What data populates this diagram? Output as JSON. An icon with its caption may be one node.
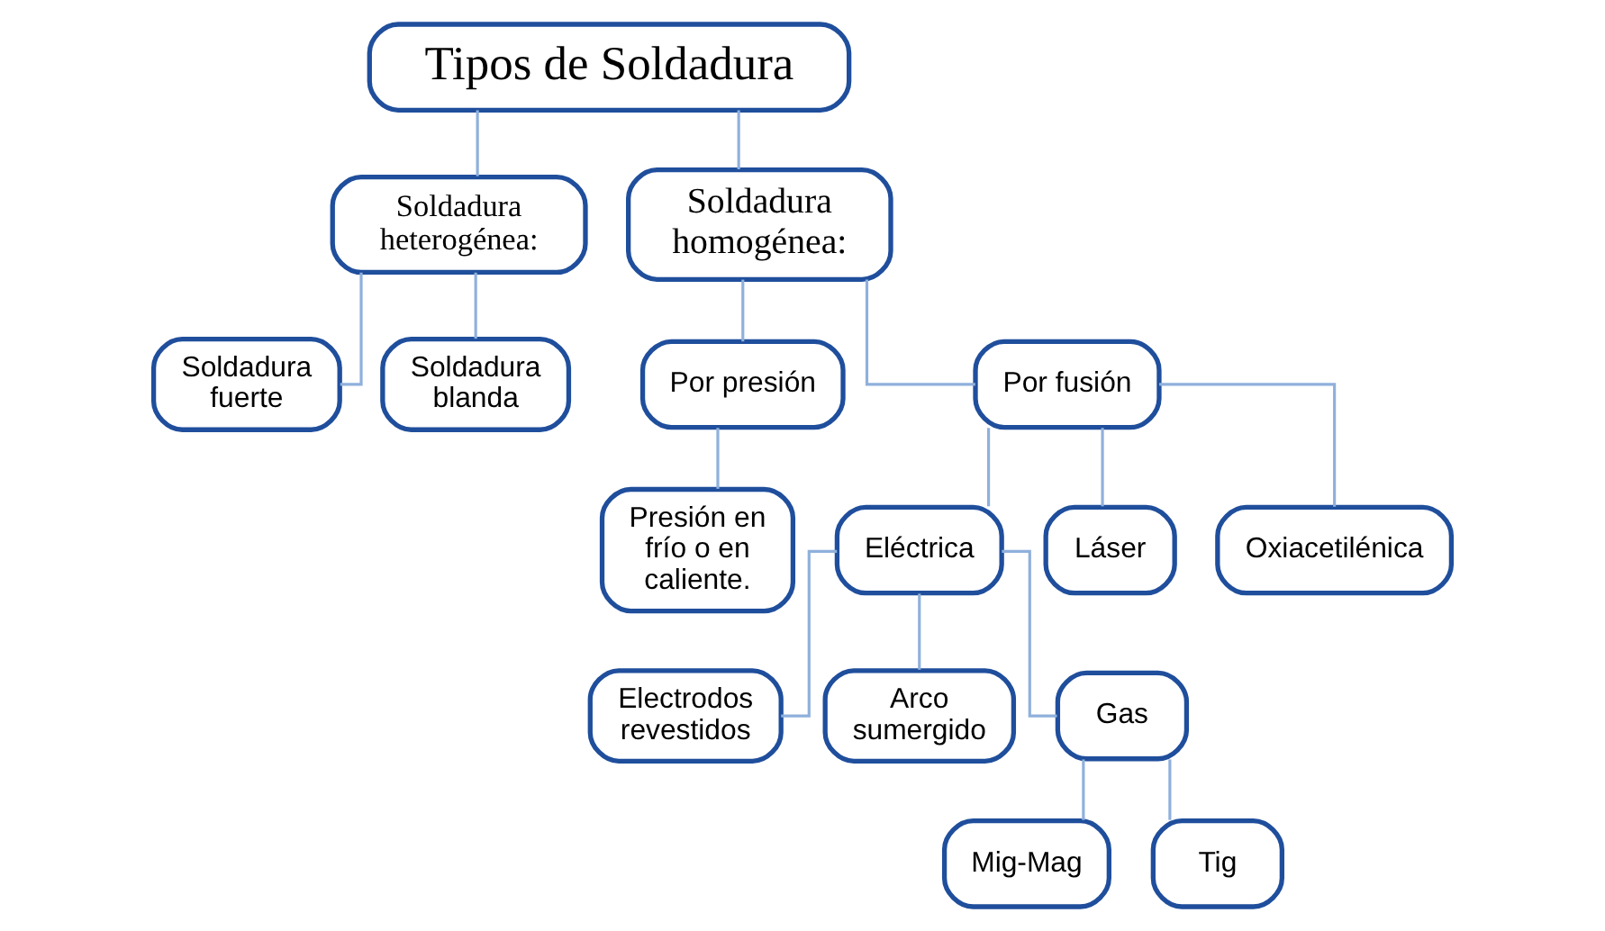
{
  "diagram": {
    "nodes": [
      {
        "text": [
          "Tipos de Soldadura"
        ]
      },
      {
        "text": [
          "Soldadura heterogénea:"
        ]
      },
      {
        "text": [
          "Soldadura homogénea:"
        ]
      },
      {
        "text": [
          "Soldadura fuerte"
        ]
      },
      {
        "text": [
          "Soldadura blanda"
        ]
      },
      {
        "text": [
          "Por presión"
        ]
      },
      {
        "text": [
          "Por fusión"
        ]
      },
      {
        "text": [
          "Presión en frío o en caliente."
        ]
      },
      {
        "text": [
          "Eléctrica"
        ]
      },
      {
        "text": [
          "Láser"
        ]
      },
      {
        "text": [
          "Oxiacetilénica"
        ]
      },
      {
        "text": [
          "Electrodos revestidos"
        ]
      },
      {
        "text": [
          "Arco sumergido"
        ]
      },
      {
        "text": [
          "Gas"
        ]
      },
      {
        "text": [
          "Mig-Mag"
        ]
      },
      {
        "text": [
          "Tig"
        ]
      }
    ],
    "edges": [
      {
        "from": 0,
        "to": 1,
        "arrow": "none"
      },
      {
        "from": 0,
        "to": 2,
        "arrow": "none"
      },
      {
        "from": 1,
        "to": 3,
        "arrow": "none"
      },
      {
        "from": 1,
        "to": 4,
        "arrow": "none"
      },
      {
        "from": 2,
        "to": 5,
        "arrow": "none"
      },
      {
        "from": 2,
        "to": 6,
        "arrow": "none"
      },
      {
        "from": 5,
        "to": 7,
        "arrow": "none"
      },
      {
        "from": 6,
        "to": 8,
        "arrow": "none"
      },
      {
        "from": 6,
        "to": 9,
        "arrow": "none"
      },
      {
        "from": 6,
        "to": 10,
        "arrow": "none"
      },
      {
        "from": 8,
        "to": 11,
        "arrow": "none"
      },
      {
        "from": 8,
        "to": 12,
        "arrow": "none"
      },
      {
        "from": 8,
        "to": 13,
        "arrow": "none"
      },
      {
        "from": 13,
        "to": 14,
        "arrow": "none"
      },
      {
        "from": 13,
        "to": 15,
        "arrow": "none"
      }
    ]
  }
}
